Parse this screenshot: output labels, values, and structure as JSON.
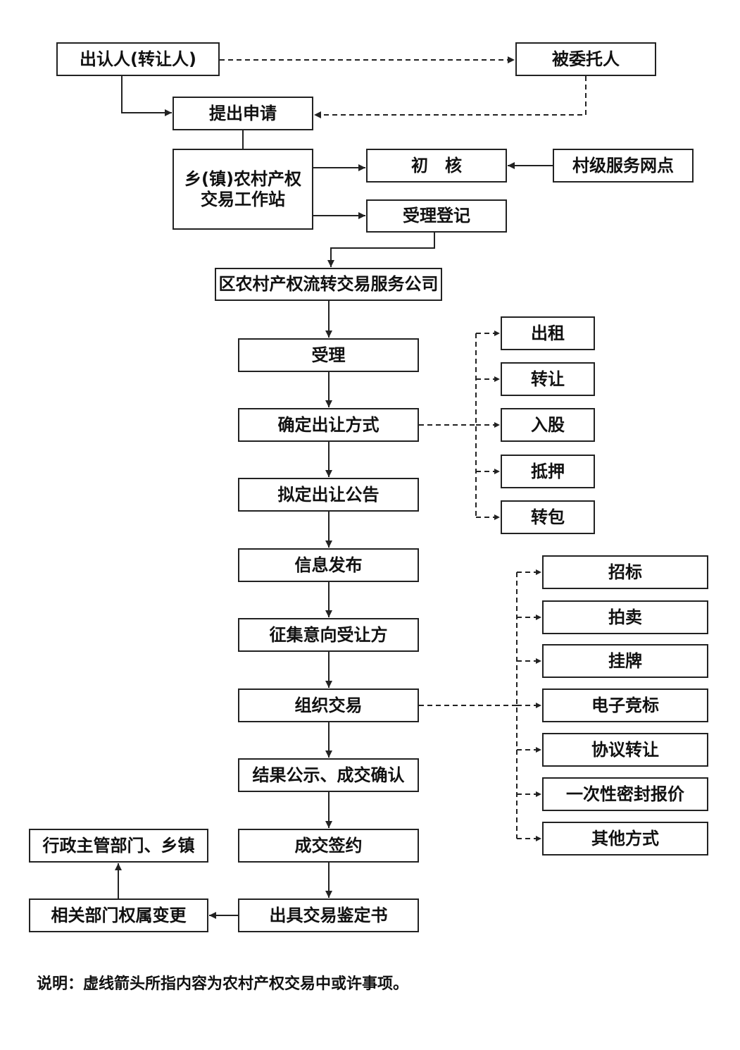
{
  "boxes": {
    "transferor": "出认人(转让人)",
    "trustee": "被委托人",
    "apply": "提出申请",
    "town_station": "乡(镇)农村产权\n交易工作站",
    "initial_review": "初　核",
    "village_service": "村级服务网点",
    "registration": "受理登记",
    "district_company": "区农村产权流转交易服务公司",
    "accept": "受理",
    "determine_method": "确定出让方式",
    "draft_notice": "拟定出让公告",
    "publish_info": "信息发布",
    "collect_buyers": "征集意向受让方",
    "organize_trade": "组织交易",
    "result_publicity": "结果公示、成交确认",
    "sign_contract": "成交签约",
    "certificate": "出具交易鉴定书",
    "ownership_change": "相关部门权属变更",
    "admin_dept": "行政主管部门、乡镇"
  },
  "transfer_methods": [
    "出租",
    "转让",
    "入股",
    "抵押",
    "转包"
  ],
  "trade_methods": [
    "招标",
    "拍卖",
    "挂牌",
    "电子竞标",
    "协议转让",
    "一次性密封报价",
    "其他方式"
  ],
  "note": "说明：虚线箭头所指内容为农村产权交易中或许事项。"
}
